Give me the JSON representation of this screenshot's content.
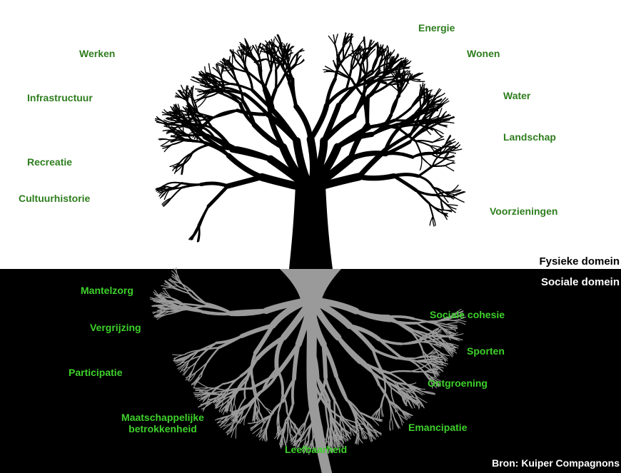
{
  "physical_domain": {
    "title": "Fysieke domein",
    "items": [
      "Werken",
      "Infrastructuur",
      "Recreatie",
      "Cultuurhistorie",
      "Energie",
      "Wonen",
      "Water",
      "Landschap",
      "Voorzieningen"
    ]
  },
  "social_domain": {
    "title": "Sociale domein",
    "items": [
      "Mantelzorg",
      "Vergrijzing",
      "Participatie",
      "Maatschappelijke betrokkenheid",
      "Leefbaarheid",
      "Sociale cohesie",
      "Sporten",
      "Ontgroening",
      "Emancipatie"
    ]
  },
  "source": "Bron: Kuiper Compagnons",
  "colors": {
    "physical_label": "#2e7d1e",
    "social_label": "#3ed12b",
    "tree": "#000000",
    "roots": "#9a9a9a",
    "ground": "#000000"
  },
  "icons": [
    "tree-icon",
    "roots-icon"
  ]
}
